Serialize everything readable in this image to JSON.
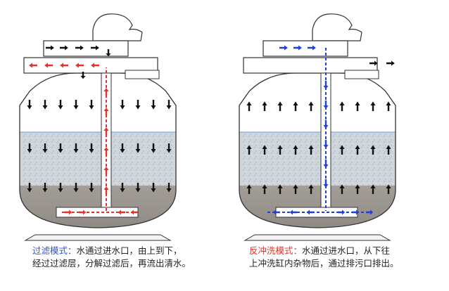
{
  "colors": {
    "down_arrow": "#111111",
    "flow_left": "#e8302a",
    "flow_right": "#1f3fd6",
    "sand_light": "#c9d1d8",
    "gravel": "#9a9490",
    "tank_outline": "#333333",
    "water_line": "#7fa8d6"
  },
  "left_panel": {
    "mode_label": "过滤模式：",
    "mode_color": "#2e57c9",
    "line1": "水通过进水口，由上到下，",
    "line2": "经过过滤层，分解过滤后，再流出清水。"
  },
  "right_panel": {
    "mode_label": "反冲洗模式：",
    "mode_color": "#e0312a",
    "line1": "水通过进水口，从下往",
    "line2": "上冲洗缸内杂物后，通过排污口排出。"
  }
}
